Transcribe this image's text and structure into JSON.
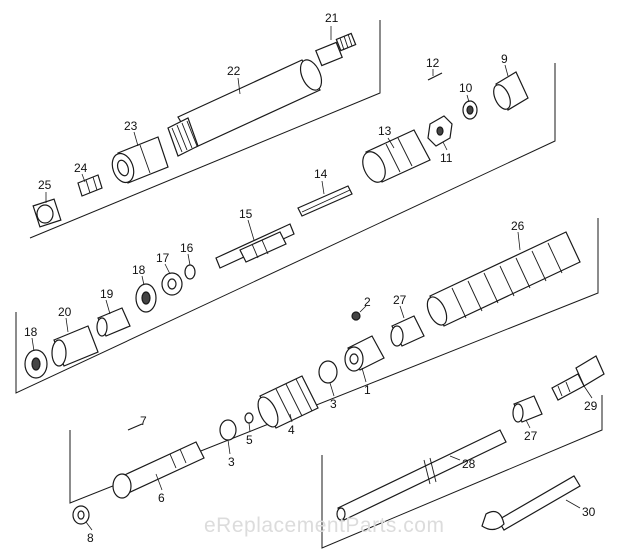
{
  "callouts": {
    "c1": "1",
    "c2": "2",
    "c3a": "3",
    "c3b": "3",
    "c4": "4",
    "c5": "5",
    "c6": "6",
    "c7": "7",
    "c8": "8",
    "c9": "9",
    "c10": "10",
    "c11": "11",
    "c12": "12",
    "c13": "13",
    "c14": "14",
    "c15": "15",
    "c16": "16",
    "c17": "17",
    "c18a": "18",
    "c18b": "18",
    "c19": "19",
    "c20": "20",
    "c21": "21",
    "c22": "22",
    "c23": "23",
    "c24": "24",
    "c25": "25",
    "c26": "26",
    "c27a": "27",
    "c27b": "27",
    "c28": "28",
    "c29": "29",
    "c30": "30"
  },
  "watermark": "eReplacementParts.com"
}
